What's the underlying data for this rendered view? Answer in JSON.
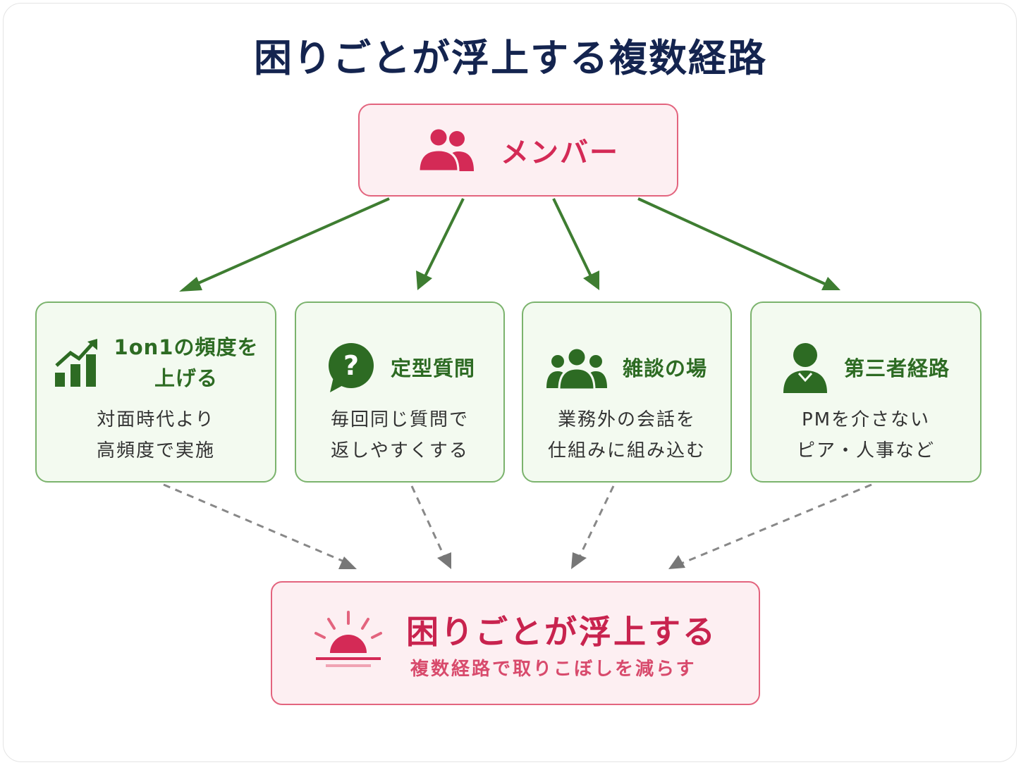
{
  "title": "困りごとが浮上する複数経路",
  "member": {
    "label": "メンバー",
    "icon": "people-icon"
  },
  "cards": [
    {
      "id": "1on1",
      "title_lines": [
        "1on1の頻度を",
        "上げる"
      ],
      "desc_lines": [
        "対面時代より",
        "高頻度で実施"
      ],
      "icon": "growth-chart-icon"
    },
    {
      "id": "questions",
      "title_lines": [
        "定型質問"
      ],
      "desc_lines": [
        "毎回同じ質問で",
        "返しやすくする"
      ],
      "icon": "question-bubble-icon"
    },
    {
      "id": "chat",
      "title_lines": [
        "雑談の場"
      ],
      "desc_lines": [
        "業務外の会話を",
        "仕組みに組み込む"
      ],
      "icon": "group-icon"
    },
    {
      "id": "third-party",
      "title_lines": [
        "第三者経路"
      ],
      "desc_lines": [
        "PMを介さない",
        "ピア・人事など"
      ],
      "icon": "person-icon"
    }
  ],
  "result": {
    "title": "困りごとが浮上する",
    "subtitle": "複数経路で取りこぼしを減らす",
    "icon": "sunrise-icon"
  },
  "colors": {
    "title": "#14244f",
    "accent_pink": "#d42a56",
    "pink_border": "#e3647e",
    "pink_fill": "#fdeff2",
    "green": "#2d6b23",
    "green_border": "#7bb36d",
    "green_fill": "#f3faf0",
    "arrow_green": "#3e7d31",
    "arrow_gray": "#777777"
  }
}
